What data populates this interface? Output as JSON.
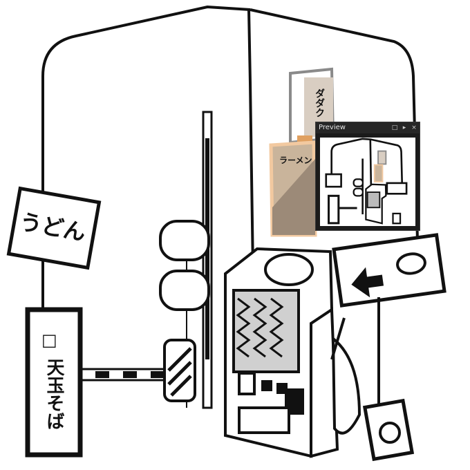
{
  "scene": {
    "signs": {
      "udon_sign": "うどん",
      "vertical_sign": "天玉そば",
      "vertical_sign_box": "□",
      "tall_sign": "ラーメン",
      "poster_top": "ダダク"
    },
    "colors": {
      "line": "#111111",
      "tan": "#c9b49b",
      "beige": "#d9cec2",
      "orange": "#e0a060",
      "peach": "#f2c9a0",
      "grey": "#8a8a8a",
      "dark_grey": "#555555"
    }
  },
  "preview": {
    "title": "Preview",
    "controls": {
      "restore_icon": "□",
      "menu_icon": "▸",
      "close_icon": "×"
    }
  }
}
